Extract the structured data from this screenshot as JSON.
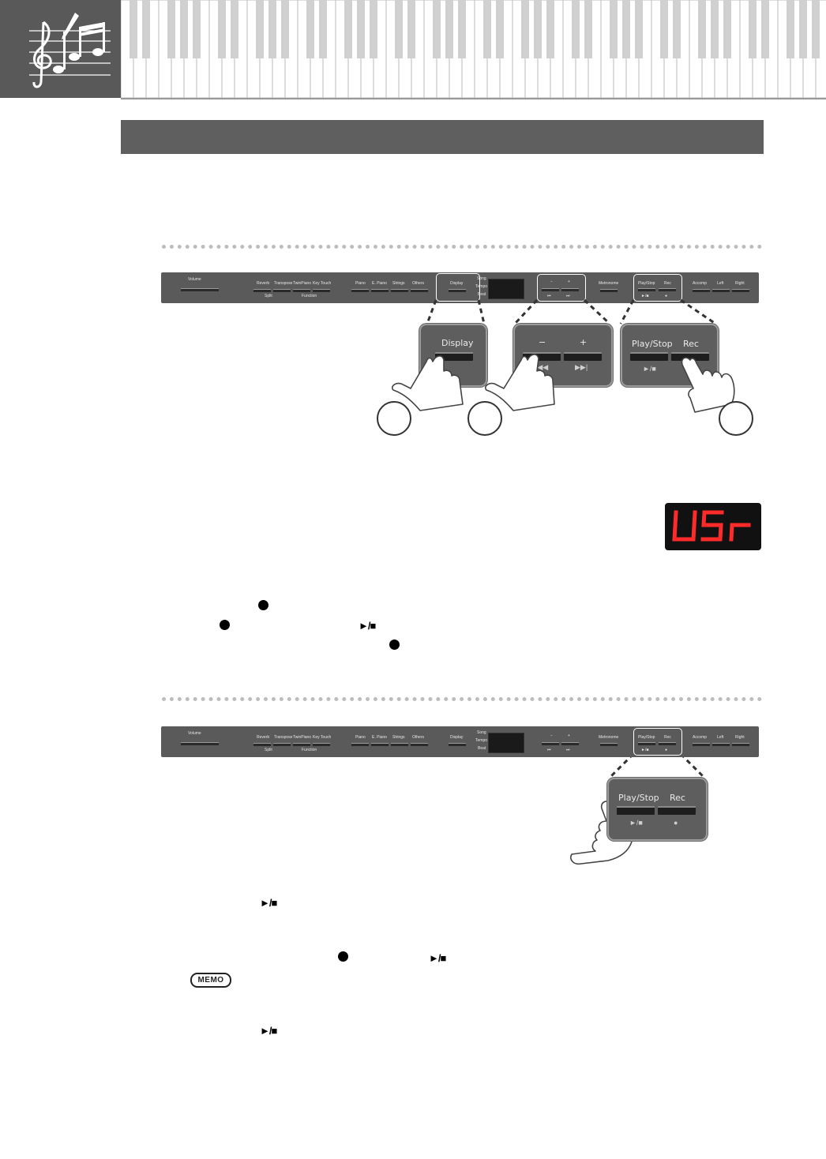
{
  "panel": {
    "volume": "Volume",
    "reverb": "Reverb",
    "transpose": "Transpose",
    "twinpiano": "TwinPiano",
    "keytouch": "Key Touch",
    "split": "Split",
    "function": "Function",
    "piano": "Piano",
    "epiano": "E. Piano",
    "strings": "Strings",
    "others": "Others",
    "display": "Display",
    "song": "Song",
    "tempo": "Tempo",
    "beat": "Beat",
    "minus": "−",
    "plus": "+",
    "metronome": "Metronome",
    "playstop": "Play/Stop",
    "rec": "Rec",
    "accomp": "Accomp",
    "left": "Left",
    "right": "Right",
    "prev_sym": "⏮",
    "next_sym": "⏭",
    "playstop_sym": "►/■",
    "rec_sym": "●"
  },
  "zoom": {
    "display": "Display",
    "minus": "−",
    "plus": "+",
    "playstop": "Play/Stop",
    "rec": "Rec",
    "rewind_sym": "|◀◀",
    "ff_sym": "▶▶|",
    "playstop_sym": "►/■",
    "rec_sym": "●"
  },
  "symbols": {
    "playstop": "►/■"
  },
  "memo": "MEMO",
  "colors": {
    "panel": "#5a5a5a",
    "section_bar": "#5f5f5f",
    "led_text": "#ff2a2a"
  }
}
